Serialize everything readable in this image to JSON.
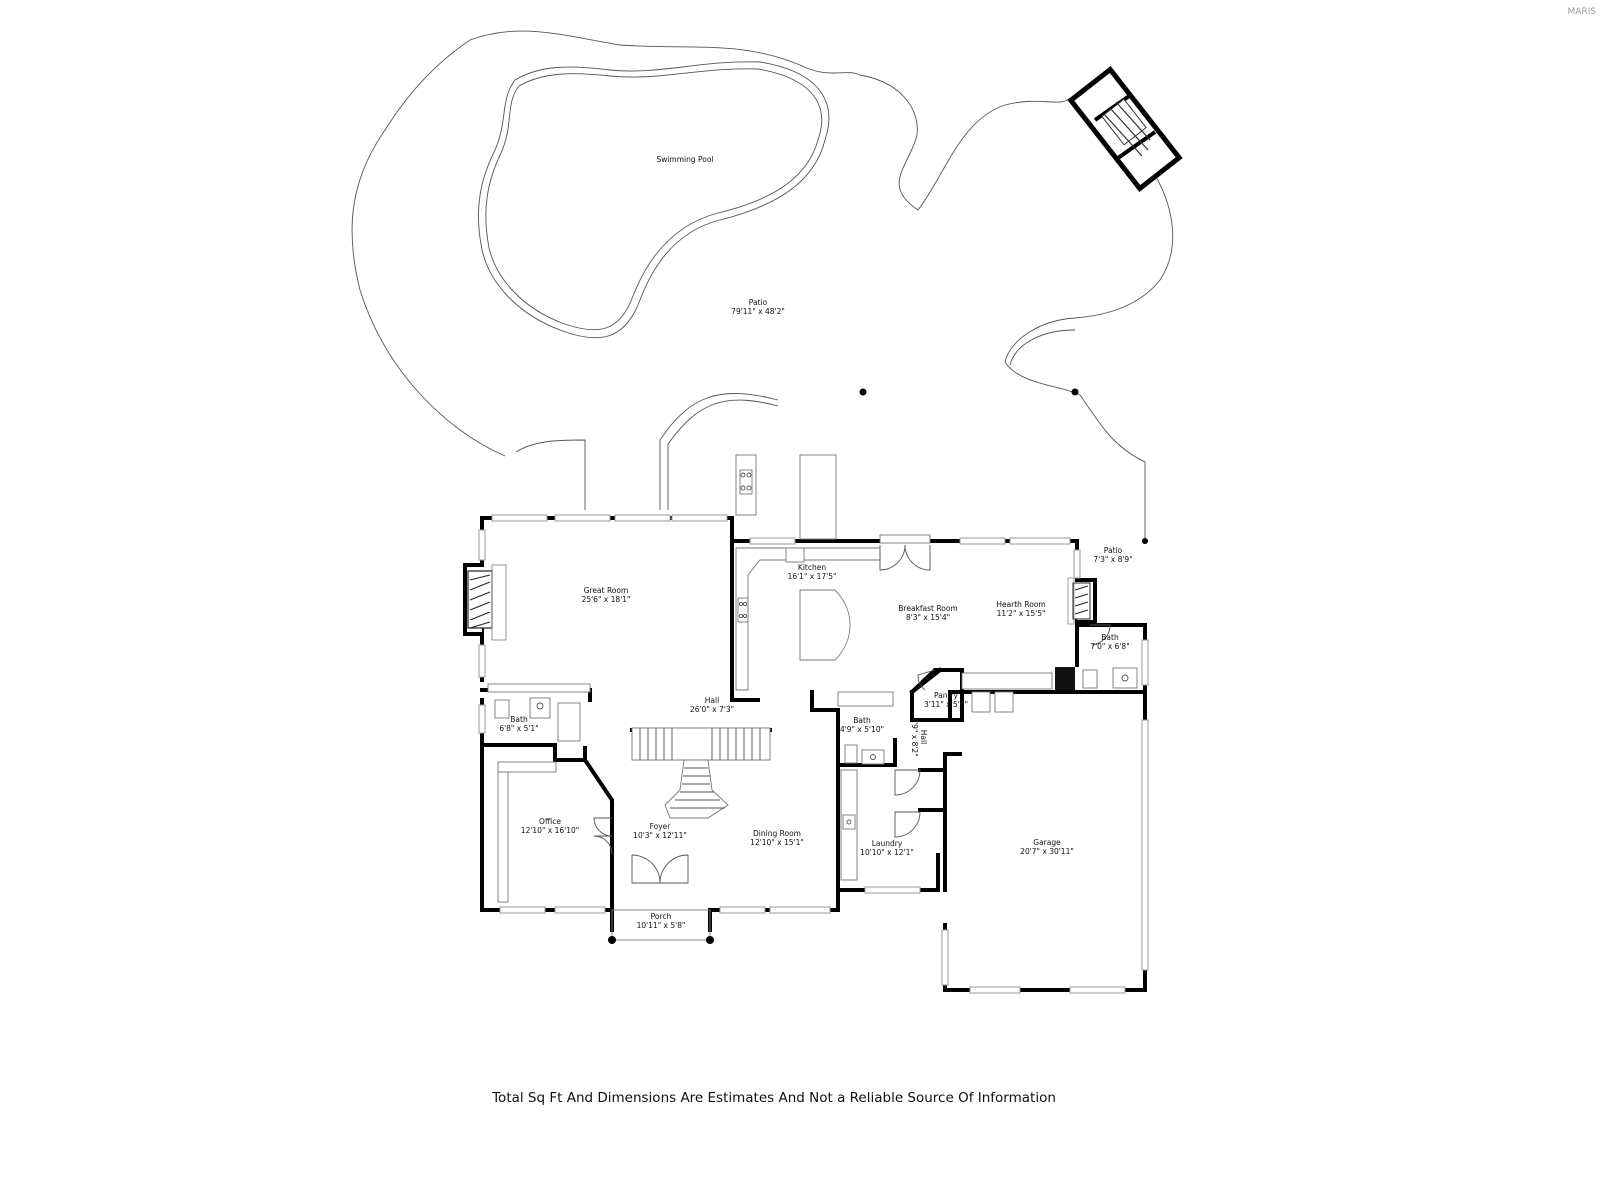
{
  "watermark": "MARIS",
  "disclaimer": "Total Sq Ft And Dimensions Are Estimates And Not a Reliable Source Of Information",
  "rooms": {
    "pool": {
      "name": "Swimming Pool",
      "dim": ""
    },
    "patio": {
      "name": "Patio",
      "dim": "79'11\" x 48'2\""
    },
    "great_room": {
      "name": "Great Room",
      "dim": "25'6\" x 18'1\""
    },
    "kitchen": {
      "name": "Kitchen",
      "dim": "16'1\" x 17'5\""
    },
    "breakfast": {
      "name": "Breakfast Room",
      "dim": "8'3\" x 15'4\""
    },
    "hearth": {
      "name": "Hearth Room",
      "dim": "11'2\" x 15'5\""
    },
    "patio_small": {
      "name": "Patio",
      "dim": "7'3\" x 8'9\""
    },
    "bath_right": {
      "name": "Bath",
      "dim": "7'0\" x 6'8\""
    },
    "pantry": {
      "name": "Pantry",
      "dim": "3'11\" x 5'0\""
    },
    "hall_small": {
      "name": "Hall",
      "dim": "5'9\" x 8'2\""
    },
    "hall": {
      "name": "Hall",
      "dim": "26'0\" x 7'3\""
    },
    "bath_left": {
      "name": "Bath",
      "dim": "6'8\" x 5'1\""
    },
    "bath_mid": {
      "name": "Bath",
      "dim": "4'9\" x 5'10\""
    },
    "office": {
      "name": "Office",
      "dim": "12'10\" x 16'10\""
    },
    "foyer": {
      "name": "Foyer",
      "dim": "10'3\" x 12'11\""
    },
    "dining": {
      "name": "Dining Room",
      "dim": "12'10\" x 15'1\""
    },
    "laundry": {
      "name": "Laundry",
      "dim": "10'10\" x 12'1\""
    },
    "garage": {
      "name": "Garage",
      "dim": "20'7\" x 30'11\""
    },
    "porch": {
      "name": "Porch",
      "dim": "10'11\" x 5'8\""
    }
  }
}
